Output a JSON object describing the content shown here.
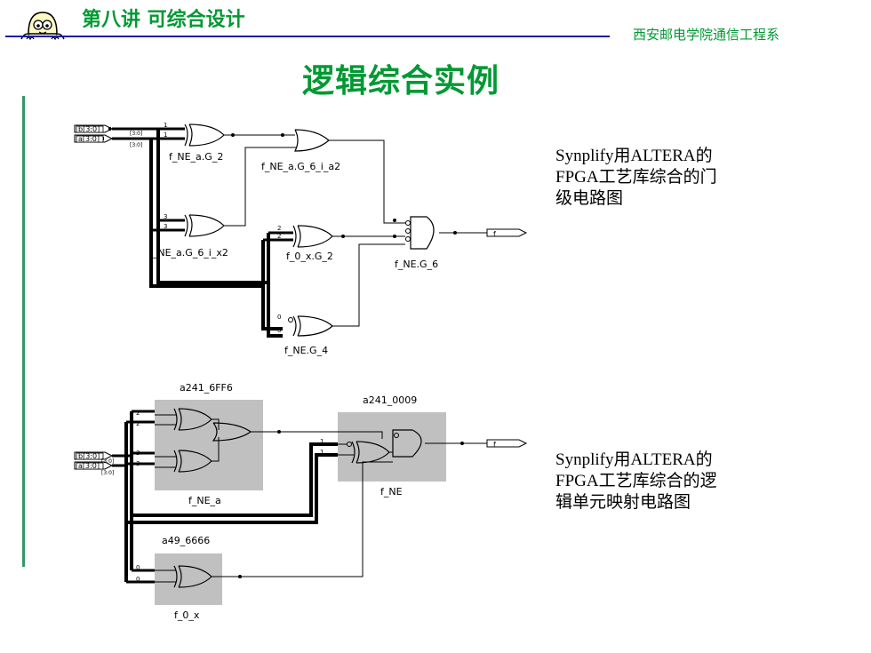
{
  "header": {
    "lecture_title": "第八讲 可综合设计",
    "department": "西安邮电学院通信工程系"
  },
  "slide": {
    "title": "逻辑综合实例"
  },
  "captions": {
    "top": [
      "Synplify用ALTERA的",
      "FPGA工艺库综合的门",
      "级电路图"
    ],
    "bottom": [
      "Synplify用ALTERA的",
      "FPGA工艺库综合的逻",
      "辑单元映射电路图"
    ]
  },
  "schematic_gate": {
    "port_b": "b[3:0]",
    "port_a": "a[3:0]",
    "bus_tag": "[3:0]",
    "gate_labels": [
      "f_NE_a.G_2",
      "f_NE_a.G_6_i_a2",
      "f_NE_a.G_6_i_x2",
      "f_0_x.G_2",
      "f_NE.G_6",
      "f_NE.G_4"
    ],
    "output": "f",
    "bit_tags": [
      "1",
      "1",
      "3",
      "3",
      "2",
      "2",
      "0",
      "0"
    ]
  },
  "schematic_lut": {
    "port_b": "b[3:0]",
    "port_a": "a[3:0]",
    "bus_tag": "[3:0]",
    "cells": [
      {
        "name": "a241_6FF6",
        "instance": "f_NE_a"
      },
      {
        "name": "a241_0009",
        "instance": "f_NE"
      },
      {
        "name": "a49_6666",
        "instance": "f_0_x"
      }
    ],
    "output": "f",
    "bit_tags": [
      "2",
      "2",
      "3",
      "3",
      "1",
      "1",
      "0",
      "0"
    ]
  },
  "colors": {
    "accent_green": "#009933",
    "header_rule": "#1a1aa6",
    "left_bar": "#339966",
    "cell_fill": "#c0c0c0"
  }
}
